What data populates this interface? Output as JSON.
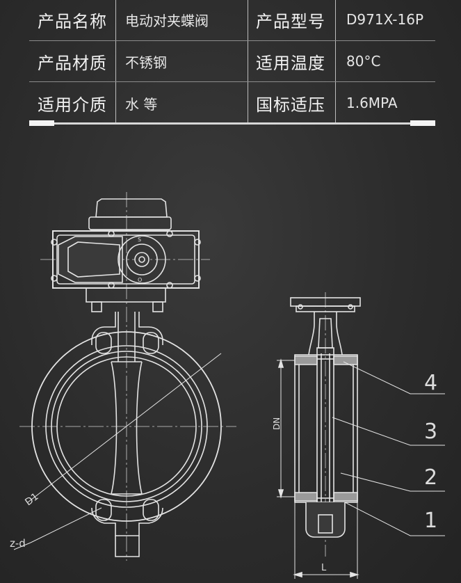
{
  "specs": [
    {
      "label": "产品名称",
      "value": "电动对夹蝶阀",
      "label2": "产品型号",
      "value2": "D971X-16P"
    },
    {
      "label": "产品材质",
      "value": "不锈钢",
      "label2": "适用温度",
      "value2": "80°C"
    },
    {
      "label": "适用介质",
      "value": "水 等",
      "label2": "国标适压",
      "value2": "1.6MPA"
    }
  ],
  "drawing": {
    "dim_d1": "D1",
    "dim_zd": "z-d",
    "dim_dn": "DN",
    "dim_l": "L",
    "actuator_mark_s": "S",
    "actuator_mark_o": "O",
    "parts": [
      "4",
      "3",
      "2",
      "1"
    ]
  }
}
